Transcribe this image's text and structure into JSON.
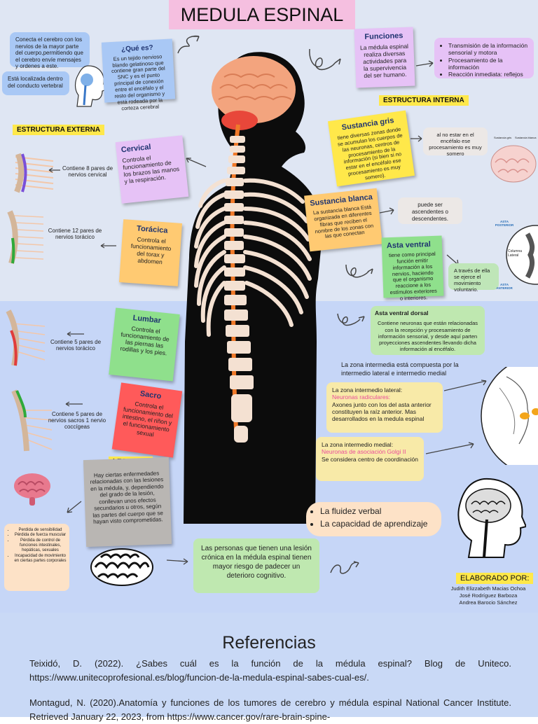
{
  "title": "MEDULA ESPINAL",
  "que_es": {
    "heading": "¿Qué es?",
    "body": "Es un tejido nervioso blando gelatinoso que contiene gran parte del SNC y es el punto principal de conexión entre el encéfalo y el resto del organismo y está rodeada por la corteza cerebral",
    "connects": "Conecta el cerebro con los nervios de la mayor parte del cuerpo,permitiendo que el cerebro envíe mensajes y ordenes a este.",
    "location": "Está localizada dentro del conducto vertebral"
  },
  "funciones": {
    "heading": "Funciones",
    "body": "La médula espinal realiza diversas actividades para la supervivencia del ser humano.",
    "list": [
      "Transmisión de la información sensorial y motora",
      "Procesamiento de la información",
      "Reacción inmediata: reflejos"
    ]
  },
  "estructura_externa": {
    "tag": "ESTRUCTURA EXTERNA",
    "cervical": {
      "heading": "Cervical",
      "body": "Controla el funcionamiento de los brazos las manos y la respiración.",
      "side": "Contiene 8 pares de nervios cervical"
    },
    "toracica": {
      "heading": "Torácica",
      "body": "Controla el funcionamiento del torax y abdomen",
      "side": "Contiene 12 pares de nervios torácico"
    },
    "lumbar": {
      "heading": "Lumbar",
      "body": "Controla el funcionamiento de las piernas las rodillas y los pies.",
      "side": "Contiene 5 pares de nervios torácico"
    },
    "sacro": {
      "heading": "Sacro",
      "body": "Controla el funcionamiento del intestino, el riñon y el funcionamiento sexual",
      "side": "Contiene 5 pares de nervios sacros 1 nervio coccígeas"
    }
  },
  "estructura_interna": {
    "tag": "ESTRUCTURA INTERNA",
    "gris": {
      "heading": "Sustancia gris",
      "body": "tiene diversas zonas donde se acumulan los cuerpos de las neuronas, centros de procesamiento de la información (si bien si no estar en el encéfalo ese procesamiento es muy somero).",
      "side": "al no estar en el encéfalo ese procesamiento es muy somero"
    },
    "blanca": {
      "heading": "Sustancia blanca",
      "body": "La sustancia blanca Está organizada en diferentes fibras que reciben el nombre de los zonas con las que conectan",
      "side": "puede ser ascendentes o descendentes."
    },
    "ventral": {
      "heading": "Asta ventral",
      "body": "tiene como principal función emitir información a los nervios, haciendo que el organismo reaccione a los estímulos exteriores o interiores.",
      "side": "A través de ella se ejerce el movimiento voluntario."
    },
    "diagram_labels": {
      "posterior": "ASTA POSTERIOR",
      "anterior": "ASTA ANTERIOR",
      "lateral": "Columna Lateral"
    },
    "brain_labels": {
      "left": "Sustancia gris",
      "right": "Sustancia blanca"
    },
    "ventral_dorsal": {
      "heading": "Asta ventral dorsal",
      "body": "Contiene neuronas que están relacionadas con la recepción y procesamiento de información sensorial, y desde aquí parten proyecciones ascendentes llevando dicha información al encéfalo."
    },
    "intermedia_intro": "La zona intermedia está compuesta por la intermedio lateral e intermedio medial",
    "lateral": {
      "title": "La zona intermedio lateral:",
      "highlight": "Neuronas radiculares:",
      "body": "Axones junto con los del asta anterior constituyen la raíz anterior. Mas desarrollados en la medula espinal"
    },
    "medial": {
      "title": "La zona intermedio medial:",
      "highlight": "Neuronas de asociación Golgi II",
      "body": "Se considera centro de coordinación"
    }
  },
  "lesiones": {
    "tag": "LESIONES",
    "body": "Hay ciertas enfermedades relacionadas con las lesiones en la médula, y, dependiendo del grado de la lesión, conllevan unos efectos secundarios u otros, según las partes del cuerpo que se hayan visto comprometidas.",
    "effects": [
      "Perdida de sensibilidad",
      "Pérdida de fuerza muscular",
      "Pérdida de control de funciones intestinales, hepáticas, sexuales",
      "Incapacidad de movimiento en ciertas partes corporales"
    ],
    "chronic": "Las personas que tienen una lesión crónica en la médula espinal tienen mayor riesgo de padecer un deterioro cognitivo.",
    "abilities": [
      "La fluidez verbal",
      "La capacidad de aprendizaje"
    ]
  },
  "elaborado": {
    "tag": "ELABORADO POR:",
    "names": [
      "Judith Elizzabeth Macias Ochoa",
      "José Rodríguez Barboza",
      "Andrea Barocio Sánchez"
    ]
  },
  "referencias": {
    "heading": "Referencias",
    "items": [
      "Teixidó, D. (2022). ¿Sabes cuál es la función de la médula espinal? Blog de Uniteco. https://www.unitecoprofesional.es/blog/funcion-de-la-medula-espinal-sabes-cual-es/.",
      "Montagud, N. (2020).Anatomía y funciones de los tumores de cerebro y médula espinal National Cancer Institute. Retrieved January 22, 2023, from https://www.cancer.gov/rare-brain-spine-"
    ]
  },
  "colors": {
    "pink": "#f5bfe0",
    "yellow": "#ffe84a",
    "blue_note": "#a9c8f5",
    "purple_note": "#e6c2f6",
    "orange_note": "#ffca72",
    "green_note": "#8fe08c",
    "red_note": "#ff5a5a",
    "gray_note": "#b9b6b3"
  }
}
